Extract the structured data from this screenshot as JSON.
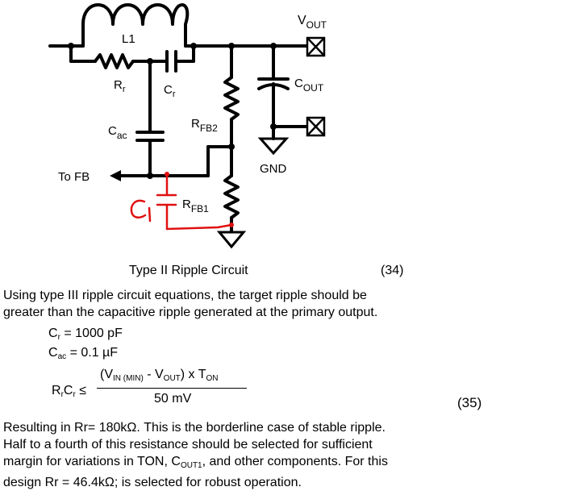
{
  "circuit": {
    "labels": {
      "vout": "V",
      "vout_sub": "OUT",
      "l1": "L1",
      "rr": "R",
      "rr_sub": "r",
      "cr": "C",
      "cr_sub": "r",
      "rfb2": "R",
      "rfb2_sub": "FB2",
      "cout": "C",
      "cout_sub": "OUT",
      "cac": "C",
      "cac_sub": "ac",
      "gnd": "GND",
      "to_fb": "To FB",
      "rfb1": "R",
      "rfb1_sub": "FB1",
      "c1": "C",
      "c1_sub": "1"
    },
    "colors": {
      "wire": "#000000",
      "annotation": "#e01010"
    }
  },
  "caption": {
    "title": "Type II Ripple Circuit",
    "number": "(34)"
  },
  "paragraph1": {
    "line1": "Using type III ripple circuit equations, the target ripple should be",
    "line2": "greater than the capacitive ripple generated at the primary output."
  },
  "equations": {
    "cr": {
      "sym": "C",
      "sub": "r",
      "rest": " = 1000 pF"
    },
    "cac": {
      "sym": "C",
      "sub": "ac",
      "rest": " = 0.1 µF"
    },
    "rrcr": {
      "lhs_r": "R",
      "lhs_r_sub": "r",
      "lhs_c": "C",
      "lhs_c_sub": "r",
      "le": " ≤",
      "num_open": "(V",
      "num_vin_sub": "IN (MIN)",
      "num_minus": " - V",
      "num_vout_sub": "OUT",
      "num_close": ") x T",
      "num_ton_sub": "ON",
      "den": "50 mV",
      "number": "(35)"
    }
  },
  "paragraph2": {
    "line1": "Resulting in Rr= 180kΩ. This is the borderline case of stable ripple.",
    "line2": "Half to a fourth of this resistance should be selected for sufficient",
    "line3_a": "margin for variations in TON, C",
    "line3_sub": "OUT1",
    "line3_b": ", and other components. For this",
    "line4": "design Rr = 46.4kΩ; is selected for robust operation."
  }
}
